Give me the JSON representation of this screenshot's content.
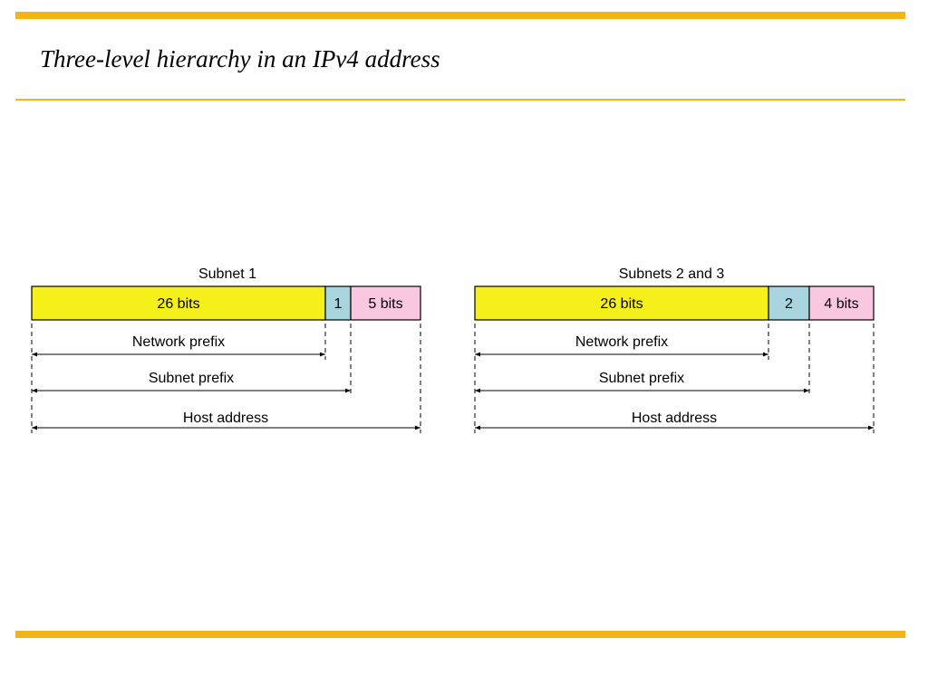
{
  "slide": {
    "title": "Three-level hierarchy in an IPv4 address",
    "accent_color": "#f5b316"
  },
  "diagrams": [
    {
      "heading": "Subnet 1",
      "fields": [
        {
          "label": "26 bits",
          "bits": 26,
          "color": "#f5f019"
        },
        {
          "label": "1",
          "bits": 1,
          "color": "#a8d4e0"
        },
        {
          "label": "5 bits",
          "bits": 5,
          "color": "#f9c8e0"
        }
      ],
      "spans": [
        {
          "label": "Network prefix"
        },
        {
          "label": "Subnet prefix"
        },
        {
          "label": "Host address"
        }
      ]
    },
    {
      "heading": "Subnets 2 and 3",
      "fields": [
        {
          "label": "26 bits",
          "bits": 26,
          "color": "#f5f019"
        },
        {
          "label": "2",
          "bits": 2,
          "color": "#a8d4e0"
        },
        {
          "label": "4 bits",
          "bits": 4,
          "color": "#f9c8e0"
        }
      ],
      "spans": [
        {
          "label": "Network prefix"
        },
        {
          "label": "Subnet prefix"
        },
        {
          "label": "Host address"
        }
      ]
    }
  ]
}
